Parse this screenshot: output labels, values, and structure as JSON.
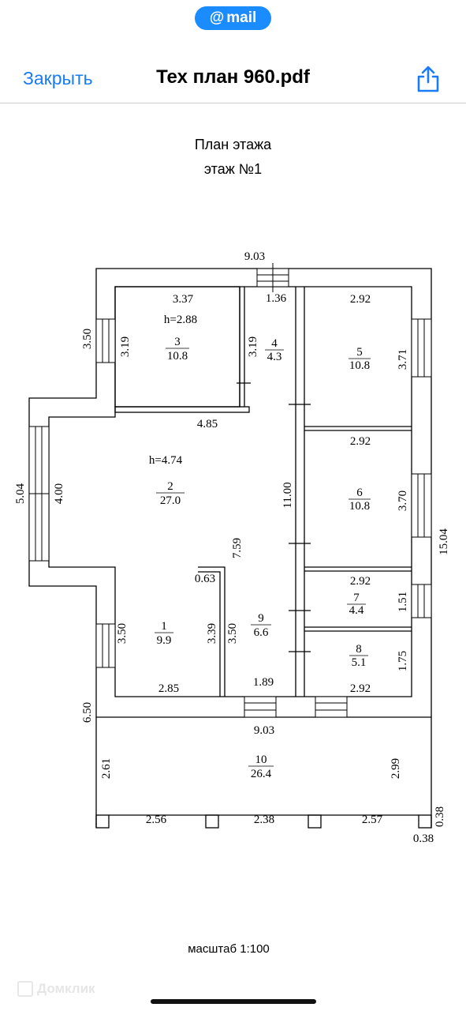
{
  "mail_pill": {
    "at": "@",
    "label": "mail"
  },
  "navbar": {
    "close_label": "Закрыть",
    "title": "Тех план 960.pdf",
    "share_icon": "share-icon"
  },
  "plan": {
    "title_line1": "План этажа",
    "title_line2": "этаж №1",
    "scale": "масштаб 1:100",
    "dims": {
      "top_total": "9.03",
      "top_stair": "1.36",
      "r3_top": "3.37",
      "r5_top": "2.92",
      "h1": "h=2.88",
      "r3_left": "3.19",
      "r3_right": "3.19",
      "r3_no": "3",
      "r3_area": "10.8",
      "r4_no": "4",
      "r4_area": "4.3",
      "r5_no": "5",
      "r5_area": "10.8",
      "r5_right": "3.71",
      "left_wall_top": "3.50",
      "r3_bottom": "4.85",
      "r6_top": "2.92",
      "h2": "h=4.74",
      "left_out": "5.04",
      "left_in": "4.00",
      "r2_no": "2",
      "r2_area": "27.0",
      "corridor": "11.00",
      "r6_no": "6",
      "r6_area": "10.8",
      "r6_right": "3.70",
      "right_total": "15.04",
      "stair_len": "7.59",
      "r1_top": "0.63",
      "r7_top": "2.92",
      "r7_no": "7",
      "r7_area": "4.4",
      "r7_right": "1.51",
      "r1_left": "3.50",
      "r1_no": "1",
      "r1_area": "9.9",
      "r1_right": "3.39",
      "r9_left": "3.50",
      "r9_no": "9",
      "r9_area": "6.6",
      "r8_no": "8",
      "r8_area": "5.1",
      "r8_right": "1.75",
      "r1_bottom": "2.85",
      "r9_bottom": "1.89",
      "r8_bottom": "2.92",
      "left_low": "6.50",
      "bottom_total": "9.03",
      "r10_left": "2.61",
      "r10_no": "10",
      "r10_area": "26.4",
      "r10_right": "2.99",
      "seg1": "2.56",
      "seg2": "2.38",
      "seg3": "2.57",
      "post_h": "0.38",
      "post_w": "0.38"
    }
  },
  "watermark": "Домклик"
}
